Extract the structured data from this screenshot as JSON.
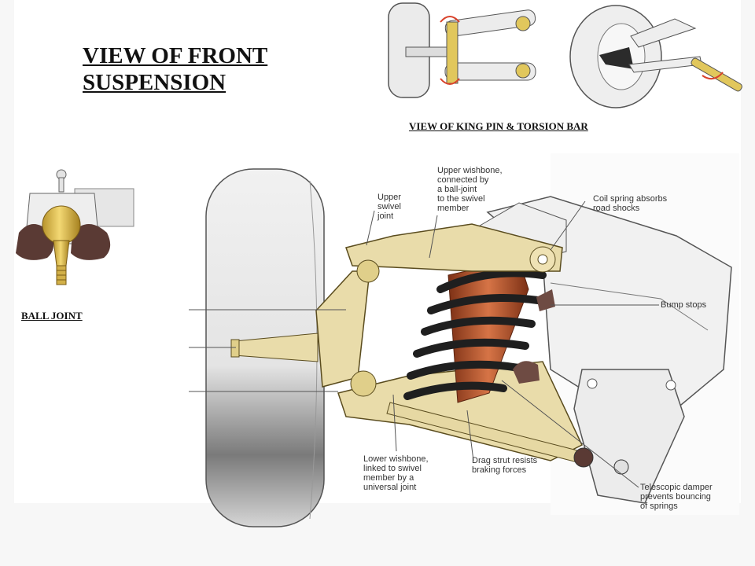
{
  "title_line1": "VIEW OF FRONT",
  "title_line2": "SUSPENSION",
  "caption_kingpin": "VIEW OF KING PIN & TORSION BAR",
  "caption_balljoint": "BALL JOINT",
  "callouts": {
    "upper_wishbone": "Upper wishbone,\nconnected by\na ball-joint\nto the swivel\nmember",
    "upper_swivel_joint": "Upper\nswivel\njoint",
    "coil_spring": "Coil spring absorbs\nroad shocks",
    "bump_stops": "Bump stops",
    "lower_wishbone": "Lower wishbone,\nlinked to swivel\nmember by a\nuniversal joint",
    "drag_strut": "Drag strut resists\nbraking forces",
    "telescopic_damper": "Telescopic damper\nprevents bouncing\nof springs"
  },
  "colors": {
    "wishbone": "#e9dcaa",
    "spring": "#1f1f1f",
    "damper": "#b8562f",
    "tyre": "#e8e8e8",
    "rubber": "#5a3a34",
    "ball": "#e3c24e"
  }
}
